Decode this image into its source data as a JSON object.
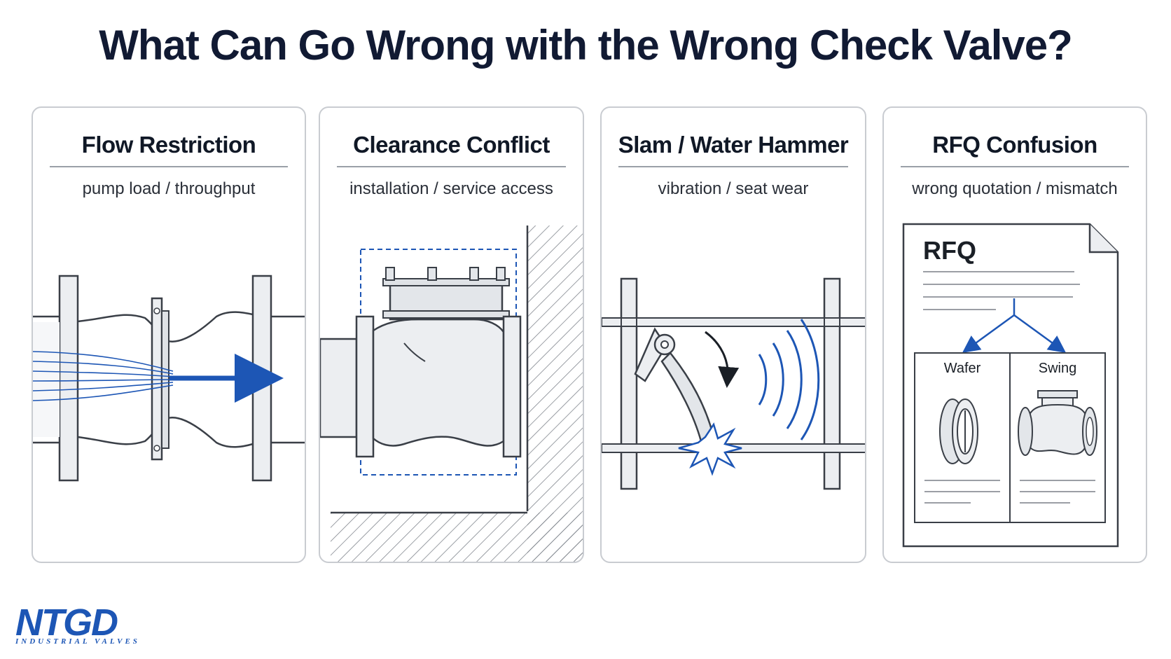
{
  "title": "What Can Go Wrong with the Wrong Check Valve?",
  "panels": [
    {
      "heading": "Flow Restriction",
      "subtitle": "pump load / throughput",
      "illustration": "restricted-flow-valve"
    },
    {
      "heading": "Clearance Conflict",
      "subtitle": "installation / service access",
      "illustration": "valve-near-wall"
    },
    {
      "heading": "Slam / Water Hammer",
      "subtitle": "vibration / seat wear",
      "illustration": "slamming-disc"
    },
    {
      "heading": "RFQ Confusion",
      "subtitle": "wrong quotation / mismatch",
      "document": {
        "title": "RFQ",
        "option_left": "Wafer",
        "option_right": "Swing"
      }
    }
  ],
  "logo": {
    "mark": "NTGD",
    "tagline": "INDUSTRIAL VALVES"
  },
  "colors": {
    "accent": "#1d56b5",
    "outline": "#3a3f47",
    "panel_border": "#c9ccd1",
    "fill": "#eceef1"
  }
}
